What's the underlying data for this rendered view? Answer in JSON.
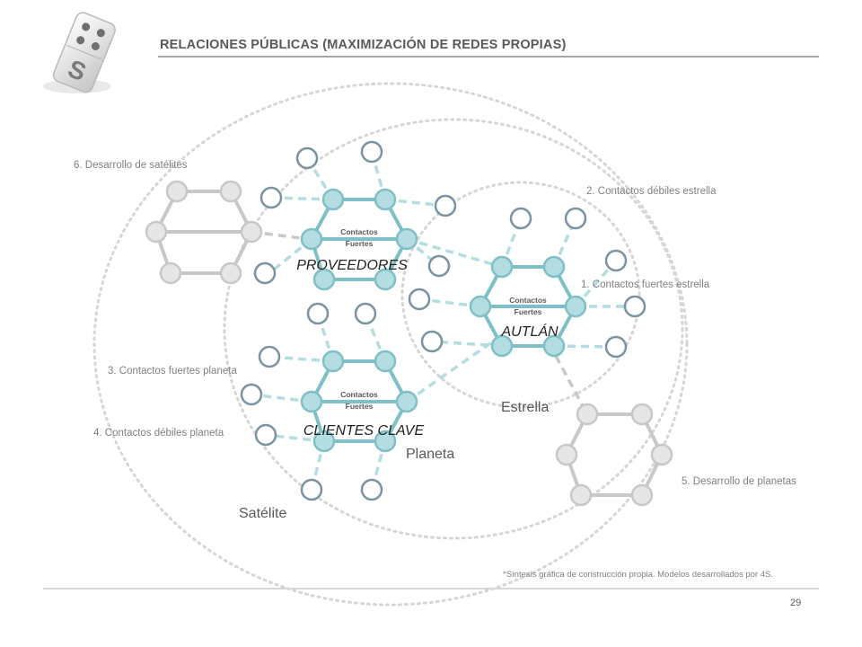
{
  "header": {
    "title": "RELACIONES PÚBLICAS (MAXIMIZACIÓN  DE REDES PROPIAS)"
  },
  "diagram": {
    "zones": {
      "satellite": "Satélite",
      "planet": "Planeta",
      "star": "Estrella"
    },
    "hubs": {
      "proveedores": {
        "name": "PROVEEDORES",
        "inner_line1": "Contactos",
        "inner_line2": "Fuertes"
      },
      "autlan": {
        "name": "AUTLÁN",
        "inner_line1": "Contactos",
        "inner_line2": "Fuertes"
      },
      "clientes": {
        "name": "CLIENTES CLAVE",
        "inner_line1": "Contactos",
        "inner_line2": "Fuertes"
      }
    },
    "labels": {
      "l6": "6. Desarrollo de satélites",
      "l2": "2. Contactos débiles estrella",
      "l1": "1. Contactos fuertes estrella",
      "l3": "3. Contactos fuertes planeta",
      "l4": "4. Contactos débiles planeta",
      "l5": "5. Desarrollo de planetas"
    },
    "colors": {
      "strong": "#7fbfc6",
      "node_fill": "#b3dde1",
      "weak": "#b3dde1",
      "weak_node": "#7a93a0",
      "grey": "#c8c8c8",
      "grey_fill": "#e6e6e6",
      "orbit": "#d6d6d6"
    }
  },
  "footer": {
    "footnote": "*Síntesis gráfica de construcción propia. Modelos desarrollados por 4S.",
    "page_number": "29"
  }
}
